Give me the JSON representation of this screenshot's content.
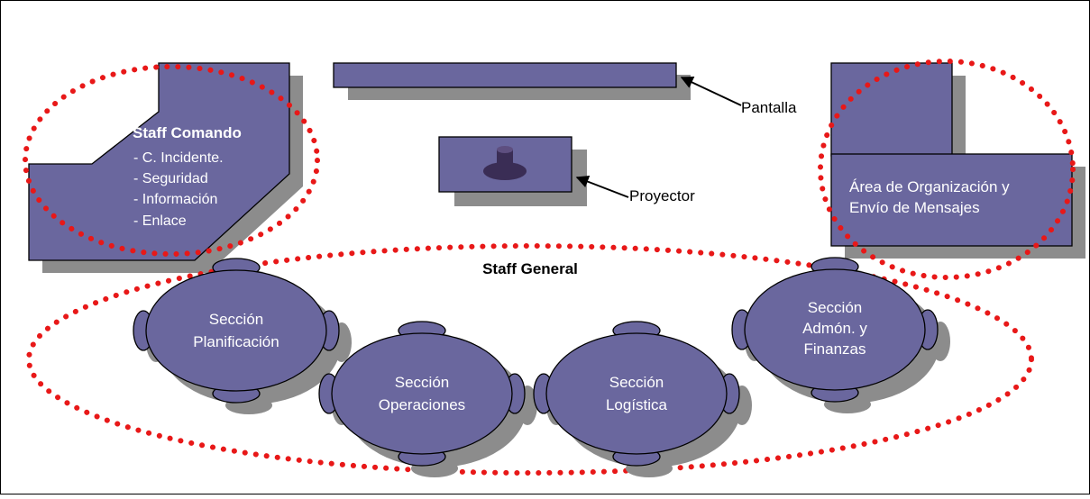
{
  "colors": {
    "shape_fill": "#6A679E",
    "shadow": "#8C8C8C",
    "outline": "#000000",
    "dotted": "#E81818",
    "label": "#FFFFFF",
    "callout": "#000000"
  },
  "command_staff": {
    "title": "Staff Comando",
    "items": [
      "- C. Incidente.",
      "- Seguridad",
      "- Información",
      "- Enlace"
    ]
  },
  "screen": {
    "label": "Pantalla"
  },
  "projector": {
    "label": "Proyector"
  },
  "messages_area": {
    "line1": "Área de Organización y",
    "line2": "Envío de Mensajes"
  },
  "general_staff": {
    "title": "Staff General"
  },
  "sections": {
    "planning": [
      "Sección",
      "Planificación"
    ],
    "operations": [
      "Sección",
      "Operaciones"
    ],
    "logistics": [
      "Sección",
      "Logística"
    ],
    "admin_finance": [
      "Sección",
      "Admón. y",
      "Finanzas"
    ]
  }
}
